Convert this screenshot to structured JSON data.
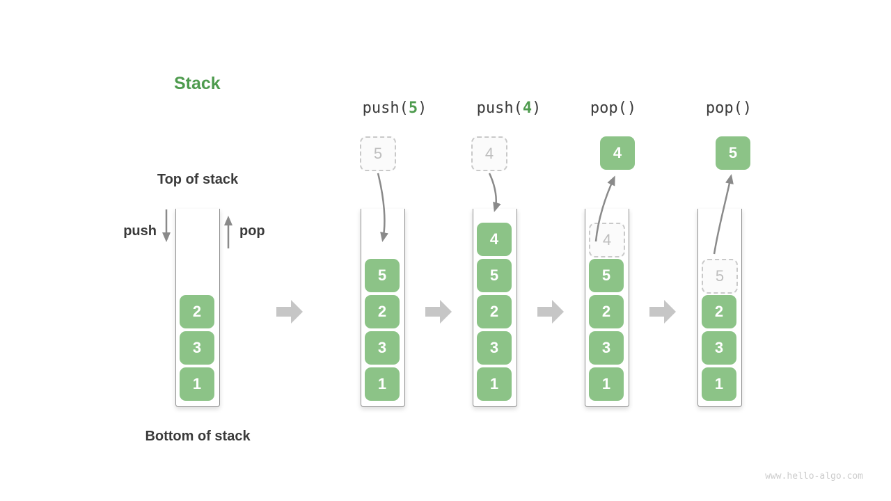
{
  "title": "Stack",
  "labels": {
    "top": "Top of stack",
    "bottom": "Bottom of stack",
    "push": "push",
    "pop": "pop"
  },
  "operations": [
    {
      "prefix": "push(",
      "arg": "5",
      "suffix": ")"
    },
    {
      "prefix": "push(",
      "arg": "4",
      "suffix": ")"
    },
    {
      "label": "pop()"
    },
    {
      "label": "pop()"
    }
  ],
  "stacks": [
    {
      "blocks": [
        "2",
        "3",
        "1"
      ]
    },
    {
      "incoming": "5",
      "blocks": [
        "5",
        "2",
        "3",
        "1"
      ]
    },
    {
      "incoming": "4",
      "blocks": [
        "4",
        "5",
        "2",
        "3",
        "1"
      ]
    },
    {
      "popped": "4",
      "ghost": "4",
      "blocks": [
        "5",
        "2",
        "3",
        "1"
      ]
    },
    {
      "popped": "5",
      "ghost": "5",
      "blocks": [
        "2",
        "3",
        "1"
      ]
    }
  ],
  "watermark": "www.hello-algo.com",
  "colors": {
    "green-block": "#8CC387",
    "green-accent": "#4E9B4E",
    "text-dark": "#3A3A3A",
    "arrow-gray": "#8A8A8A",
    "arrow-light": "#C6C6C6",
    "ghost-border": "#C9C9C9",
    "ghost-text": "#BEBEBE",
    "wall-gray": "#909090",
    "watermark-gray": "#CCCCCC"
  }
}
